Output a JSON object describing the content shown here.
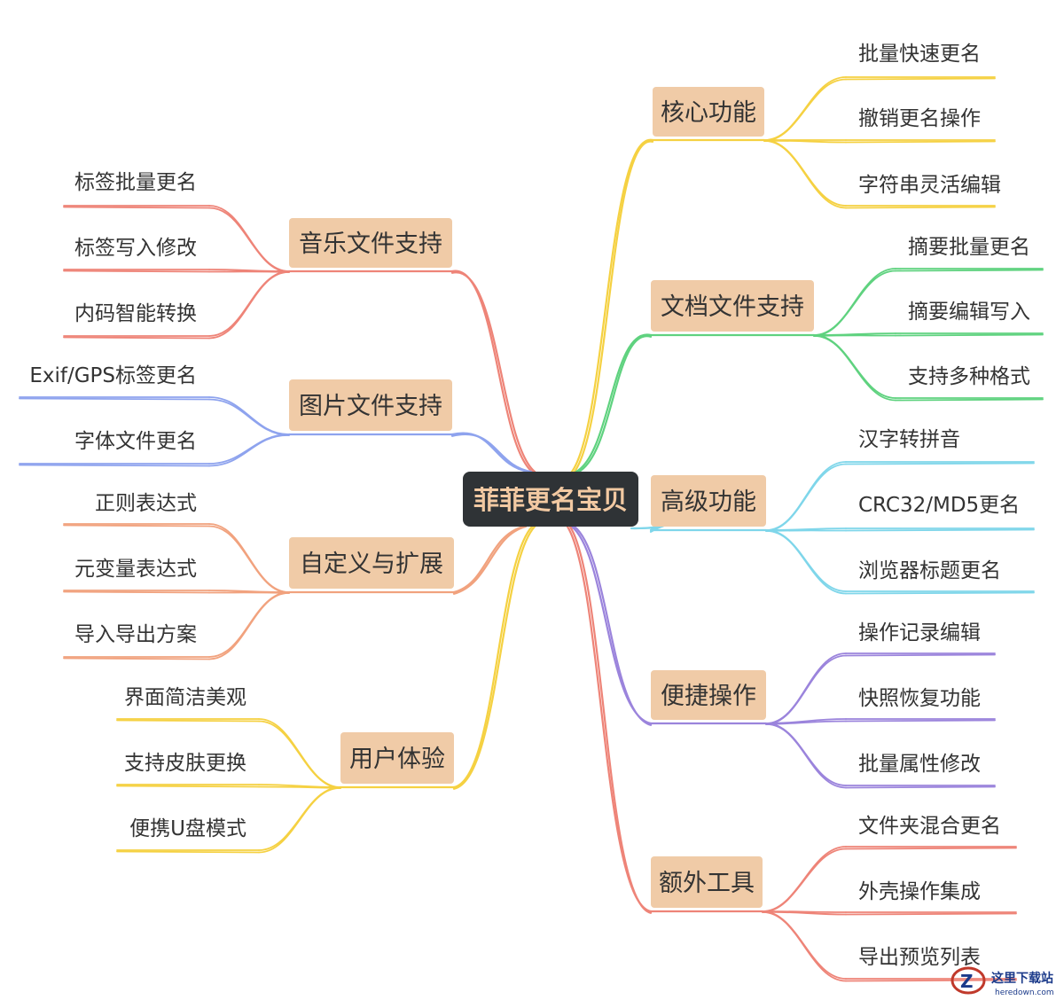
{
  "root": {
    "label": "菲菲更名宝贝"
  },
  "colors": {
    "node_fill": "#f0cba7",
    "root_fill": "#2f3336",
    "root_text": "#f2c9a2"
  },
  "branches": [
    {
      "id": "core",
      "label": "核心功能",
      "color": "#f5d142",
      "side": "right",
      "leaves": [
        "批量快速更名",
        "撤销更名操作",
        "字符串灵活编辑"
      ]
    },
    {
      "id": "doc",
      "label": "文档文件支持",
      "color": "#5fd27f",
      "side": "right",
      "leaves": [
        "摘要批量更名",
        "摘要编辑写入",
        "支持多种格式"
      ]
    },
    {
      "id": "adv",
      "label": "高级功能",
      "color": "#7fd6ea",
      "side": "right",
      "leaves": [
        "汉字转拼音",
        "CRC32/MD5更名",
        "浏览器标题更名"
      ]
    },
    {
      "id": "quick",
      "label": "便捷操作",
      "color": "#9b84dc",
      "side": "right",
      "leaves": [
        "操作记录编辑",
        "快照恢复功能",
        "批量属性修改"
      ]
    },
    {
      "id": "extra",
      "label": "额外工具",
      "color": "#ee8478",
      "side": "right",
      "leaves": [
        "文件夹混合更名",
        "外壳操作集成",
        "导出预览列表"
      ]
    },
    {
      "id": "music",
      "label": "音乐文件支持",
      "color": "#ee8478",
      "side": "left",
      "leaves": [
        "标签批量更名",
        "标签写入修改",
        "内码智能转换"
      ]
    },
    {
      "id": "image",
      "label": "图片文件支持",
      "color": "#8ea3ee",
      "side": "left",
      "leaves": [
        "Exif/GPS标签更名",
        "字体文件更名"
      ]
    },
    {
      "id": "custom",
      "label": "自定义与扩展",
      "color": "#f1a27e",
      "side": "left",
      "leaves": [
        "正则表达式",
        "元变量表达式",
        "导入导出方案"
      ]
    },
    {
      "id": "ux",
      "label": "用户体验",
      "color": "#f5d142",
      "side": "left",
      "leaves": [
        "界面简洁美观",
        "支持皮肤更换",
        "便携U盘模式"
      ]
    }
  ],
  "watermark": {
    "title": "这里下载站",
    "sub": "heredown.com"
  }
}
